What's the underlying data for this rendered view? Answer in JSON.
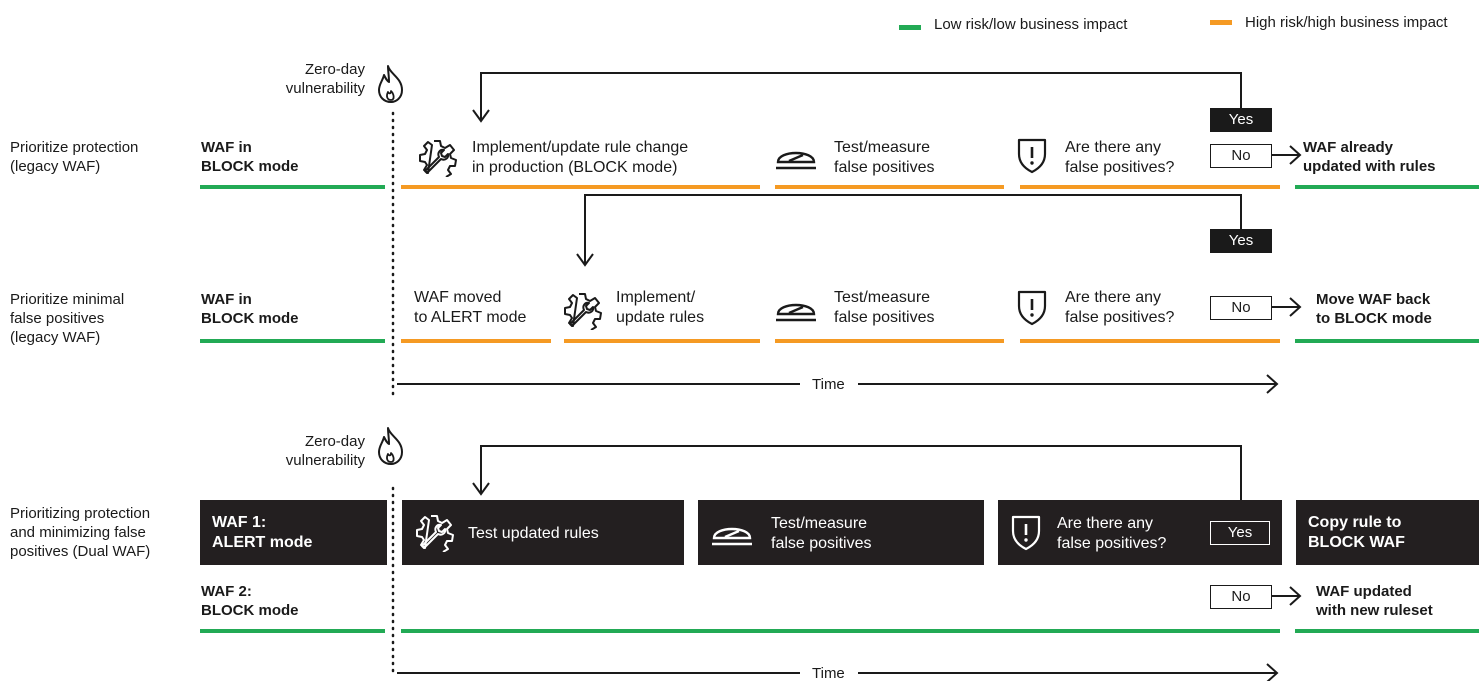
{
  "legend": {
    "low": {
      "label": "Low risk/low business impact",
      "color": "#22aa55"
    },
    "high": {
      "label": "High risk/high business impact",
      "color": "#f59a23"
    }
  },
  "zero_day_label_line1": "Zero-day",
  "zero_day_label_line2": "vulnerability",
  "row1": {
    "label_line1": "Prioritize protection",
    "label_line2": "(legacy WAF)",
    "start_line1": "WAF in",
    "start_line2": "BLOCK mode",
    "step1_line1": "Implement/update rule change",
    "step1_line2": "in production (BLOCK mode)",
    "step2_line1": "Test/measure",
    "step2_line2": "false positives",
    "step3_line1": "Are there any",
    "step3_line2": "false positives?",
    "yes": "Yes",
    "no": "No",
    "end_line1": "WAF already",
    "end_line2": "updated with rules"
  },
  "row2": {
    "label_line1": "Prioritize minimal",
    "label_line2": "false positives",
    "label_line3": "(legacy WAF)",
    "start_line1": "WAF in",
    "start_line2": "BLOCK mode",
    "moved_line1": "WAF moved",
    "moved_line2": "to ALERT mode",
    "step1_line1": "Implement/",
    "step1_line2": "update rules",
    "step2_line1": "Test/measure",
    "step2_line2": "false positives",
    "step3_line1": "Are there any",
    "step3_line2": "false positives?",
    "yes": "Yes",
    "no": "No",
    "end_line1": "Move WAF back",
    "end_line2": "to BLOCK mode"
  },
  "time_label": "Time",
  "row3": {
    "label_line1": "Prioritizing protection",
    "label_line2": "and minimizing false",
    "label_line3": "positives (Dual WAF)",
    "waf1_line1": "WAF 1:",
    "waf1_line2": "ALERT mode",
    "step1": "Test updated rules",
    "step2_line1": "Test/measure",
    "step2_line2": "false positives",
    "step3_line1": "Are there any",
    "step3_line2": "false positives?",
    "yes": "Yes",
    "end_line1": "Copy rule to",
    "end_line2": "BLOCK WAF",
    "waf2_line1": "WAF 2:",
    "waf2_line2": "BLOCK mode",
    "no": "No",
    "end2_line1": "WAF updated",
    "end2_line2": "with new ruleset"
  }
}
